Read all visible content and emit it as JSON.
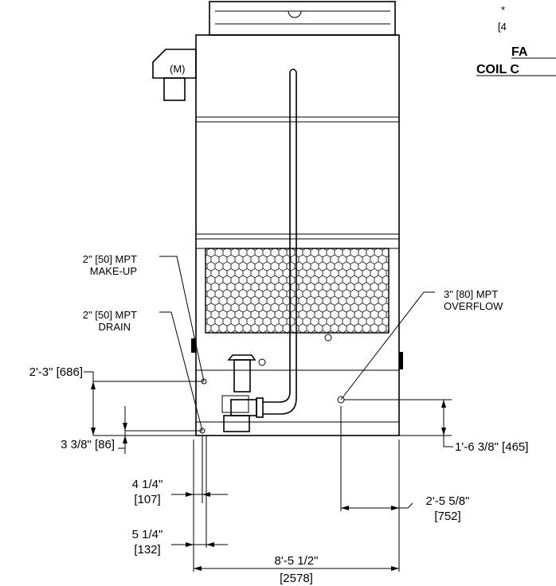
{
  "header": {
    "asterisk": "*",
    "bracket_fragment": "[4",
    "title_line1": "FA",
    "title_line2": "COIL C"
  },
  "motor_label": "(M)",
  "callouts": {
    "makeup_size": "2\" [50] MPT",
    "makeup_name": "MAKE-UP",
    "drain_size": "2\" [50] MPT",
    "drain_name": "DRAIN",
    "overflow_size": "3\" [80] MPT",
    "overflow_name": "OVERFLOW"
  },
  "dimensions": {
    "makeup_height": "2'-3\" [686]",
    "drain_height": "3 3/8\" [86]",
    "overflow_height": "1'-6 3/8\" [465]",
    "drain_offset_line1": "4 1/4\"",
    "drain_offset_line2": "[107]",
    "makeup_offset_line1": "5 1/4\"",
    "makeup_offset_line2": "[132]",
    "overflow_offset_line1": "2'-5 5/8\"",
    "overflow_offset_line2": "[752]",
    "overall_width_line1": "8'-5 1/2\"",
    "overall_width_line2": "[2578]"
  }
}
